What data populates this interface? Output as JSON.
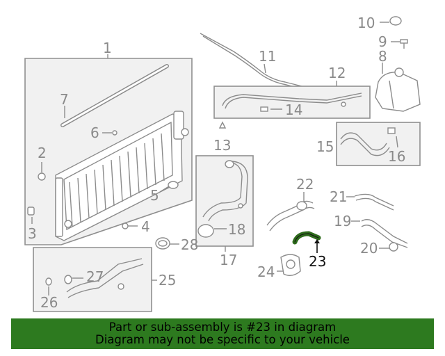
{
  "callouts": {
    "c1": "1",
    "c2": "2",
    "c3": "3",
    "c4": "4",
    "c5": "5",
    "c6": "6",
    "c7": "7",
    "c8": "8",
    "c9": "9",
    "c10": "10",
    "c11": "11",
    "c12": "12",
    "c13": "13",
    "c14": "14",
    "c15": "15",
    "c16": "16",
    "c17": "17",
    "c18": "18",
    "c19": "19",
    "c20": "20",
    "c21": "21",
    "c22": "22",
    "c23": "23",
    "c24": "24",
    "c25": "25",
    "c26": "26",
    "c27": "27",
    "c28": "28"
  },
  "highlighted_part": "23",
  "colors": {
    "highlight_part": "#2e6b1c",
    "banner": "#2d7a1f",
    "outline": "#8c8c8c",
    "panel": "#f1f1f1"
  },
  "banner": {
    "line1": "Part or sub-assembly is #23 in diagram",
    "line2": "Diagram may not be specific to your vehicle"
  }
}
